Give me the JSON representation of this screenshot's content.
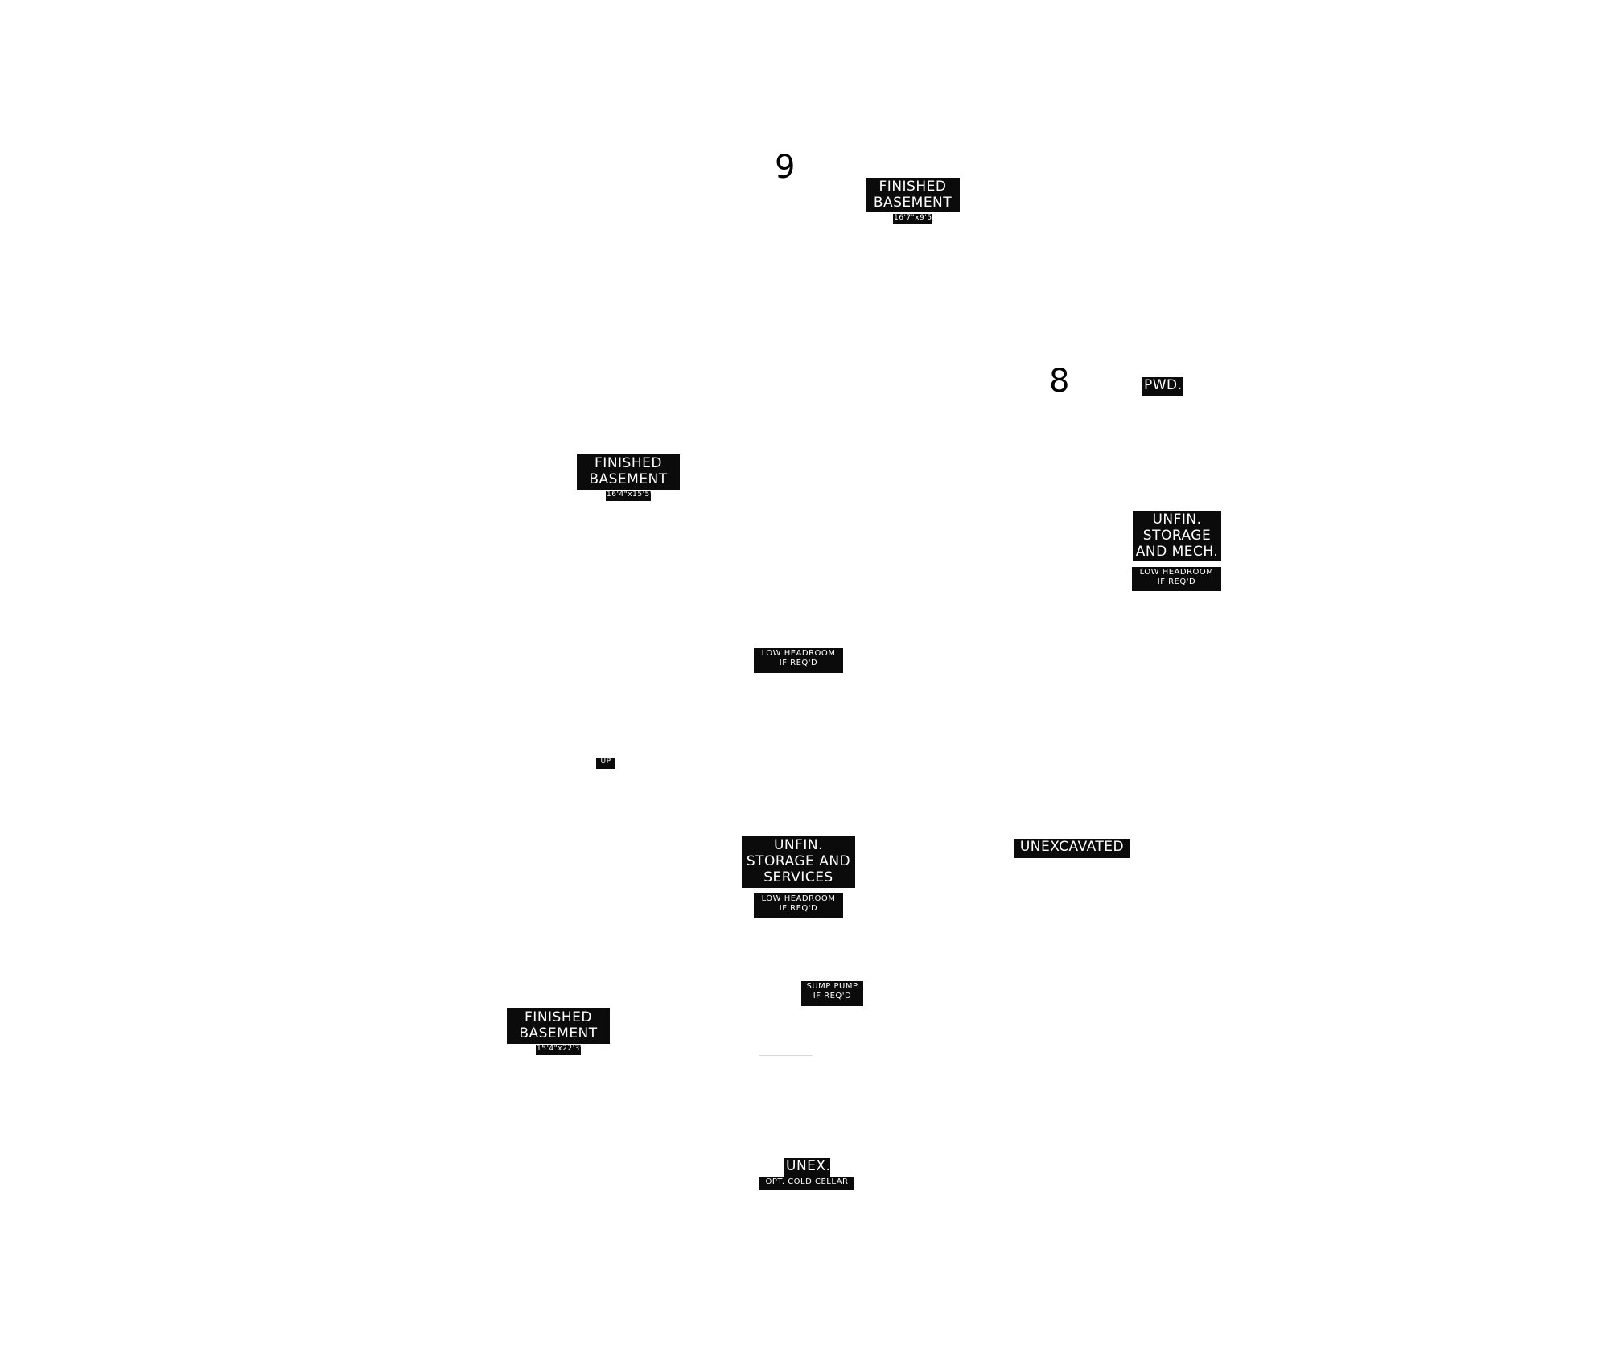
{
  "room_numbers": {
    "top": "9",
    "right": "8"
  },
  "labels": {
    "finished_basement_top": {
      "name": "FINISHED\nBASEMENT",
      "dim": "16'7\"x9'5\""
    },
    "pwd": "PWD.",
    "finished_basement_left": {
      "name": "FINISHED\nBASEMENT",
      "dim": "16'4\"x15'5\""
    },
    "unfin_storage_mech": {
      "name": "UNFIN.\nSTORAGE\nAND MECH.",
      "note": "LOW HEADROOM\nIF REQ'D"
    },
    "low_headroom_center": "LOW HEADROOM\nIF REQ'D",
    "up": "UP",
    "unfin_storage_services": {
      "name": "UNFIN.\nSTORAGE AND\nSERVICES",
      "note": "LOW HEADROOM\nIF REQ'D"
    },
    "unexcavated": "UNEXCAVATED",
    "sump_pump": "SUMP PUMP\nIF REQ'D",
    "finished_basement_bottom": {
      "name": "FINISHED\nBASEMENT",
      "dim": "15'4\"x22'3\""
    },
    "unex": {
      "name": "UNEX.",
      "note": "OPT. COLD CELLAR"
    }
  }
}
